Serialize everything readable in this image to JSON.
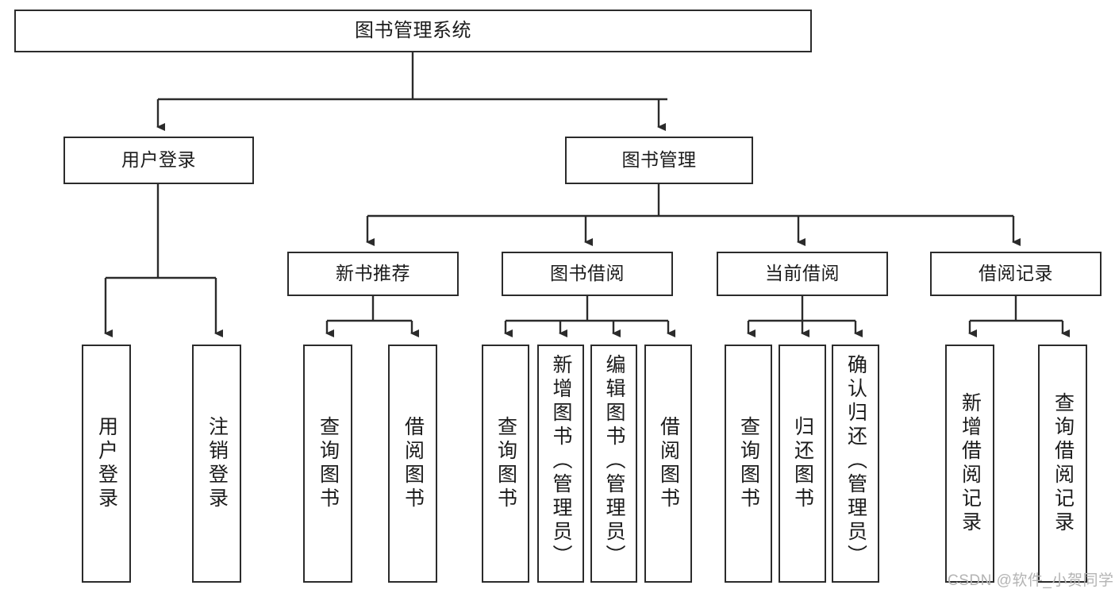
{
  "diagram": {
    "title_text": "图书管理系统",
    "type": "tree-hierarchy-diagram",
    "colors": {
      "box_border": "#2b2b2b",
      "box_fill": "#ffffff",
      "connector": "#2b2b2b",
      "text": "#1b1b1b",
      "watermark": "#b4b4b4",
      "background": "#ffffff"
    },
    "root": {
      "id": "root",
      "label": "图书管理系统"
    },
    "level1": [
      {
        "id": "user-login",
        "label": "用户登录"
      },
      {
        "id": "book-management",
        "label": "图书管理"
      }
    ],
    "level2": [
      {
        "id": "new-book-recommend",
        "label": "新书推荐",
        "parent": "book-management"
      },
      {
        "id": "book-borrow",
        "label": "图书借阅",
        "parent": "book-management"
      },
      {
        "id": "current-borrow",
        "label": "当前借阅",
        "parent": "book-management"
      },
      {
        "id": "borrow-record",
        "label": "借阅记录",
        "parent": "book-management"
      }
    ],
    "leaves": [
      {
        "id": "leaf-user-login",
        "label": "用户登录",
        "parent": "user-login"
      },
      {
        "id": "leaf-logout-login",
        "label": "注销登录",
        "parent": "user-login"
      },
      {
        "id": "leaf-query-book-1",
        "label": "查询图书",
        "parent": "new-book-recommend"
      },
      {
        "id": "leaf-borrow-book-1",
        "label": "借阅图书",
        "parent": "new-book-recommend"
      },
      {
        "id": "leaf-query-book-2",
        "label": "查询图书",
        "parent": "book-borrow"
      },
      {
        "id": "leaf-add-book",
        "label": "新增图书（管理员）",
        "parent": "book-borrow"
      },
      {
        "id": "leaf-edit-book",
        "label": "编辑图书（管理员）",
        "parent": "book-borrow"
      },
      {
        "id": "leaf-borrow-book-2",
        "label": "借阅图书",
        "parent": "book-borrow"
      },
      {
        "id": "leaf-query-book-3",
        "label": "查询图书",
        "parent": "current-borrow"
      },
      {
        "id": "leaf-return-book",
        "label": "归还图书",
        "parent": "current-borrow"
      },
      {
        "id": "leaf-confirm-return",
        "label": "确认归还（管理员）",
        "parent": "current-borrow"
      },
      {
        "id": "leaf-add-borrow-record",
        "label": "新增借阅记录",
        "parent": "borrow-record"
      },
      {
        "id": "leaf-query-borrow-record",
        "label": "查询借阅记录",
        "parent": "borrow-record"
      }
    ],
    "watermark": "CSDN @软件_小贺同学"
  }
}
